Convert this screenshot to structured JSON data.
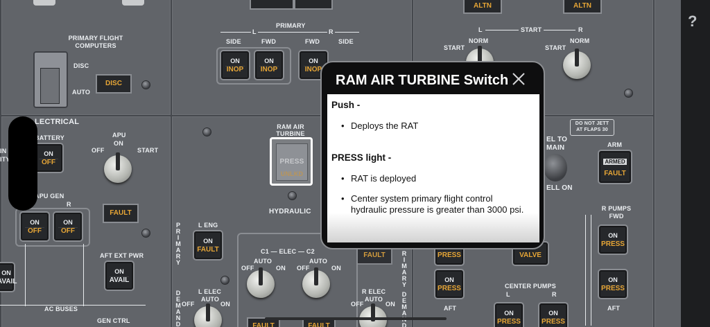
{
  "help_label": "?",
  "popup": {
    "title": "RAM AIR TURBINE Switch",
    "close_icon": "close-icon",
    "sections": [
      {
        "heading": "Push -",
        "items": [
          "Deploys the RAT"
        ]
      },
      {
        "heading": "PRESS light -",
        "items": [
          "RAT is deployed",
          "Center system primary flight control hydraulic pressure is greater than 3000 psi."
        ]
      }
    ]
  },
  "panel": {
    "primary_flight_computers": "PRIMARY FLIGHT COMPUTERS",
    "pfc_disc": "DISC",
    "pfc_auto": "AUTO",
    "pfc_disc_light": "DISC",
    "primary": "PRIMARY",
    "l": "L",
    "r": "R",
    "side": "SIDE",
    "fwd": "FWD",
    "on": "ON",
    "inop": "INOP",
    "off": "OFF",
    "fault": "FAULT",
    "press": "PRESS",
    "avail": "AVAIL",
    "electrical": "LECTRICAL",
    "battery": "BATTERY",
    "apu": "APU",
    "start": "START",
    "apu_gen": "APU GEN",
    "aft_ext_pwr": "AFT EXT PWR",
    "ac_buses": "AC BUSES",
    "gen_ctrl": "GEN CTRL",
    "ram_air_turbine": "RAM AIR TURBINE",
    "rat_press": "PRESS",
    "rat_unlkd": "UNLKD",
    "hydraulic": "HYDRAULIC",
    "primary_vertical": "PRIMARY",
    "demand_vertical": "DEMAND",
    "l_eng": "L ENG",
    "l_elec": "L ELEC",
    "auto": "AUTO",
    "c1_elec_c2": "C1 — ELEC — C2",
    "r_elec": "R ELEC",
    "start_header": "START",
    "norm": "NORM",
    "altn": "ALTN",
    "do_not_jett": "DO NOT JETT AT FLAPS 30",
    "arm": "ARM",
    "armed": "ARMED",
    "r_pumps_fwd": "R PUMPS FWD",
    "aft": "AFT",
    "center_pumps": "CENTER PUMPS",
    "valve": "VALVE",
    "el_to_main": "EL TO MAIN",
    "el_on": "ELL ON",
    "min_ity": "IN ITY"
  },
  "colors": {
    "panel": "#616469",
    "amber": "#e7a636",
    "legend": "#eceff2"
  }
}
